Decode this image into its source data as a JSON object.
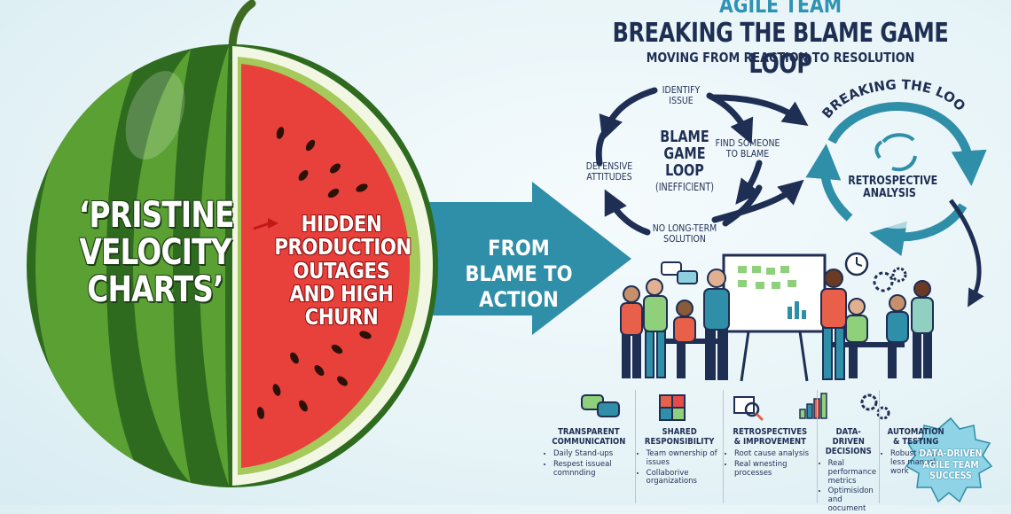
{
  "header": {
    "kicker": "AGILE TEAM",
    "title": "BREAKING THE BLAME GAME LOOP",
    "subtitle": "MOVING FROM REACTION TO RESOLUTION"
  },
  "watermelon": {
    "rind_text": "‘PRISTINE VELOCITY CHARTS’",
    "flesh_text": "HIDDEN PRODUCTION OUTAGES AND HIGH CHURN"
  },
  "transition_arrow": {
    "text": "FROM BLAME TO ACTION"
  },
  "blame_loop": {
    "center_title": "BLAME GAME LOOP",
    "center_note": "(INEFFICIENT)",
    "steps": [
      "IDENTIFY ISSUE",
      "FIND SOMEONE TO BLAME",
      "NO LONG-TERM SOLUTION",
      "DEFENSIVE ATTITUDES"
    ]
  },
  "breaking_loop": {
    "arc_title": "BREAKING THE LOOP",
    "center_text": "RETROSPECTIVE ANALYSIS"
  },
  "practices": [
    {
      "title": "TRANSPARENT COMMUNICATION",
      "icon": "speech-bubbles-icon",
      "bullets": [
        "Daily Stand-ups",
        "Respest issueal comnnding"
      ]
    },
    {
      "title": "SHARED RESPONSIBILITY",
      "icon": "puzzle-icon",
      "bullets": [
        "Team ownership of issues",
        "Collaborive organizations"
      ]
    },
    {
      "title": "RETROSPECTIVES & IMPROVEMENT",
      "icon": "magnifier-chart-icon",
      "bullets": [
        "Root cause analysis",
        "Real wnesting processes"
      ]
    },
    {
      "title": "DATA-DRIVEN DECISIONS",
      "icon": "bar-chart-icon",
      "bullets": [
        "Real performance metrics",
        "Optimisidon and oocument"
      ]
    },
    {
      "title": "AUTOMATION & TESTING",
      "icon": "gears-icon",
      "bullets": [
        "Robust CI/CD, less manual work"
      ]
    }
  ],
  "badge": {
    "text": "DATA-DRIVEN AGILE TEAM SUCCESS"
  },
  "colors": {
    "navy": "#1f2f54",
    "teal": "#2f8ea8",
    "rind_dark": "#2f6b1f",
    "rind_light": "#5aa032",
    "flesh": "#e8403a"
  }
}
